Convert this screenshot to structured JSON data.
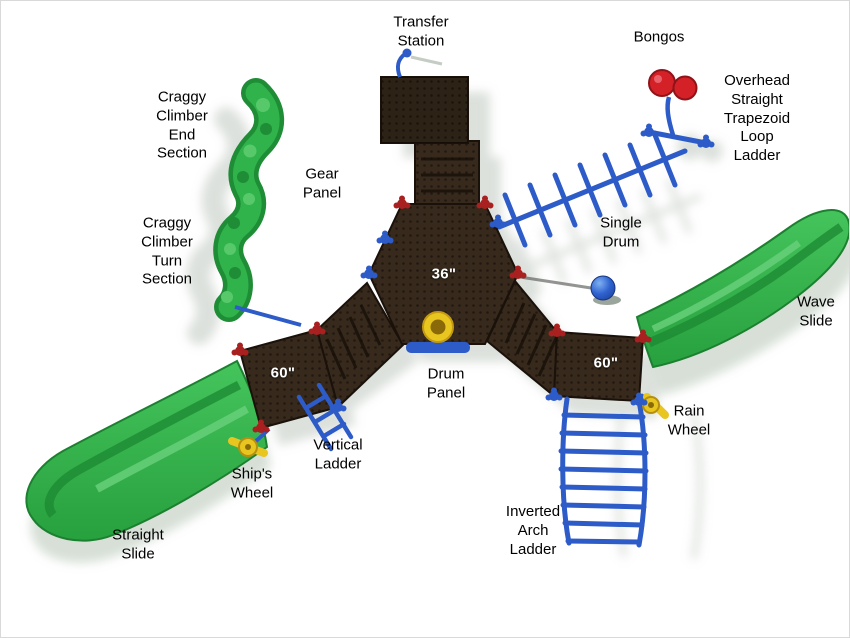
{
  "diagram": {
    "center_deck_size": "36\"",
    "left_deck_size": "60\"",
    "right_deck_size": "60\"",
    "labels": {
      "transfer_station": "Transfer\nStation",
      "bongos": "Bongos",
      "craggy_climber_end": "Craggy\nClimber\nEnd\nSection",
      "overhead_ladder": "Overhead\nStraight\nTrapezoid\nLoop\nLadder",
      "gear_panel": "Gear\nPanel",
      "craggy_climber_turn": "Craggy\nClimber\nTurn\nSection",
      "single_drum": "Single\nDrum",
      "wave_slide": "Wave\nSlide",
      "drum_panel": "Drum\nPanel",
      "rain_wheel": "Rain\nWheel",
      "vertical_ladder": "Vertical\nLadder",
      "ships_wheel": "Ship's\nWheel",
      "inverted_arch_ladder": "Inverted\nArch\nLadder",
      "straight_slide": "Straight\nSlide"
    },
    "colors": {
      "deck_brown": "#33261a",
      "slide_green": "#2fae47",
      "frame_blue": "#2d5bc7",
      "accent_yellow": "#e9c51f",
      "bongo_red": "#d42027",
      "clamp_red": "#a8201f",
      "shadow_gray": "#b9c2b9"
    }
  }
}
